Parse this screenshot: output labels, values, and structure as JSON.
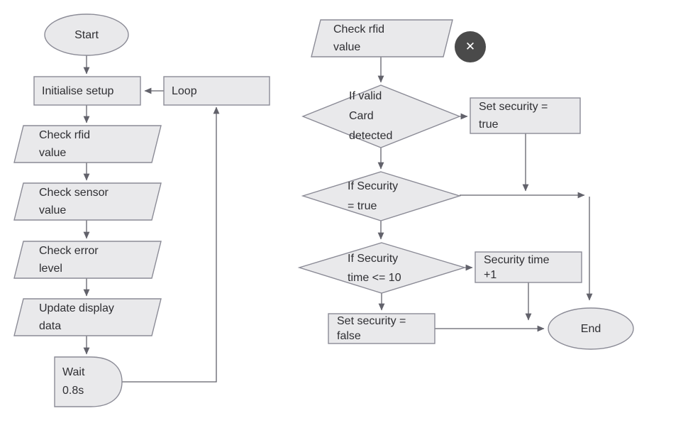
{
  "colors": {
    "background": "#ffffff",
    "node_fill": "#e9e9eb",
    "node_border": "#8b8b96",
    "connector": "#62626b",
    "text": "#2f2f33",
    "close_button_bg": "#4a4a4a",
    "close_button_icon": "#ffffff"
  },
  "close_button": {
    "icon": "✕"
  },
  "nodes": {
    "start": {
      "type": "terminator",
      "label": "Start"
    },
    "initialise_setup": {
      "type": "process",
      "label": "Initialise setup"
    },
    "loop": {
      "type": "process",
      "label": "Loop"
    },
    "check_rfid_left": {
      "type": "input-output",
      "label": "Check rfid\nvalue"
    },
    "check_sensor": {
      "type": "input-output",
      "label": "Check sensor\nvalue"
    },
    "check_error": {
      "type": "input-output",
      "label": "Check error\nlevel"
    },
    "update_display": {
      "type": "input-output",
      "label": "Update display\ndata"
    },
    "wait": {
      "type": "delay",
      "label": "Wait\n0.8s"
    },
    "check_rfid_right": {
      "type": "input-output",
      "label": "Check rfid\nvalue"
    },
    "if_valid_card": {
      "type": "decision",
      "label": "If valid\nCard\ndetected"
    },
    "set_security_true": {
      "type": "process",
      "label": "Set security =\ntrue"
    },
    "if_security_true": {
      "type": "decision",
      "label": "If Security\n= true"
    },
    "if_security_time": {
      "type": "decision",
      "label": "If Security\ntime <= 10"
    },
    "security_time_inc": {
      "type": "process",
      "label": "Security time\n+1"
    },
    "set_security_false": {
      "type": "process",
      "label": "Set security =\nfalse"
    },
    "end": {
      "type": "terminator",
      "label": "End"
    }
  },
  "edges": [
    {
      "from": "start",
      "to": "initialise_setup"
    },
    {
      "from": "loop",
      "to": "initialise_setup"
    },
    {
      "from": "initialise_setup",
      "to": "check_rfid_left"
    },
    {
      "from": "check_rfid_left",
      "to": "check_sensor"
    },
    {
      "from": "check_sensor",
      "to": "check_error"
    },
    {
      "from": "check_error",
      "to": "update_display"
    },
    {
      "from": "update_display",
      "to": "wait"
    },
    {
      "from": "wait",
      "to": "loop"
    },
    {
      "from": "check_rfid_right",
      "to": "if_valid_card"
    },
    {
      "from": "if_valid_card",
      "to": "set_security_true"
    },
    {
      "from": "if_valid_card",
      "to": "if_security_true"
    },
    {
      "from": "set_security_true",
      "to": "if_security_true"
    },
    {
      "from": "if_security_true",
      "to": "end"
    },
    {
      "from": "if_security_true",
      "to": "if_security_time"
    },
    {
      "from": "if_security_time",
      "to": "security_time_inc"
    },
    {
      "from": "security_time_inc",
      "to": "end"
    },
    {
      "from": "if_security_time",
      "to": "set_security_false"
    },
    {
      "from": "set_security_false",
      "to": "end"
    }
  ]
}
